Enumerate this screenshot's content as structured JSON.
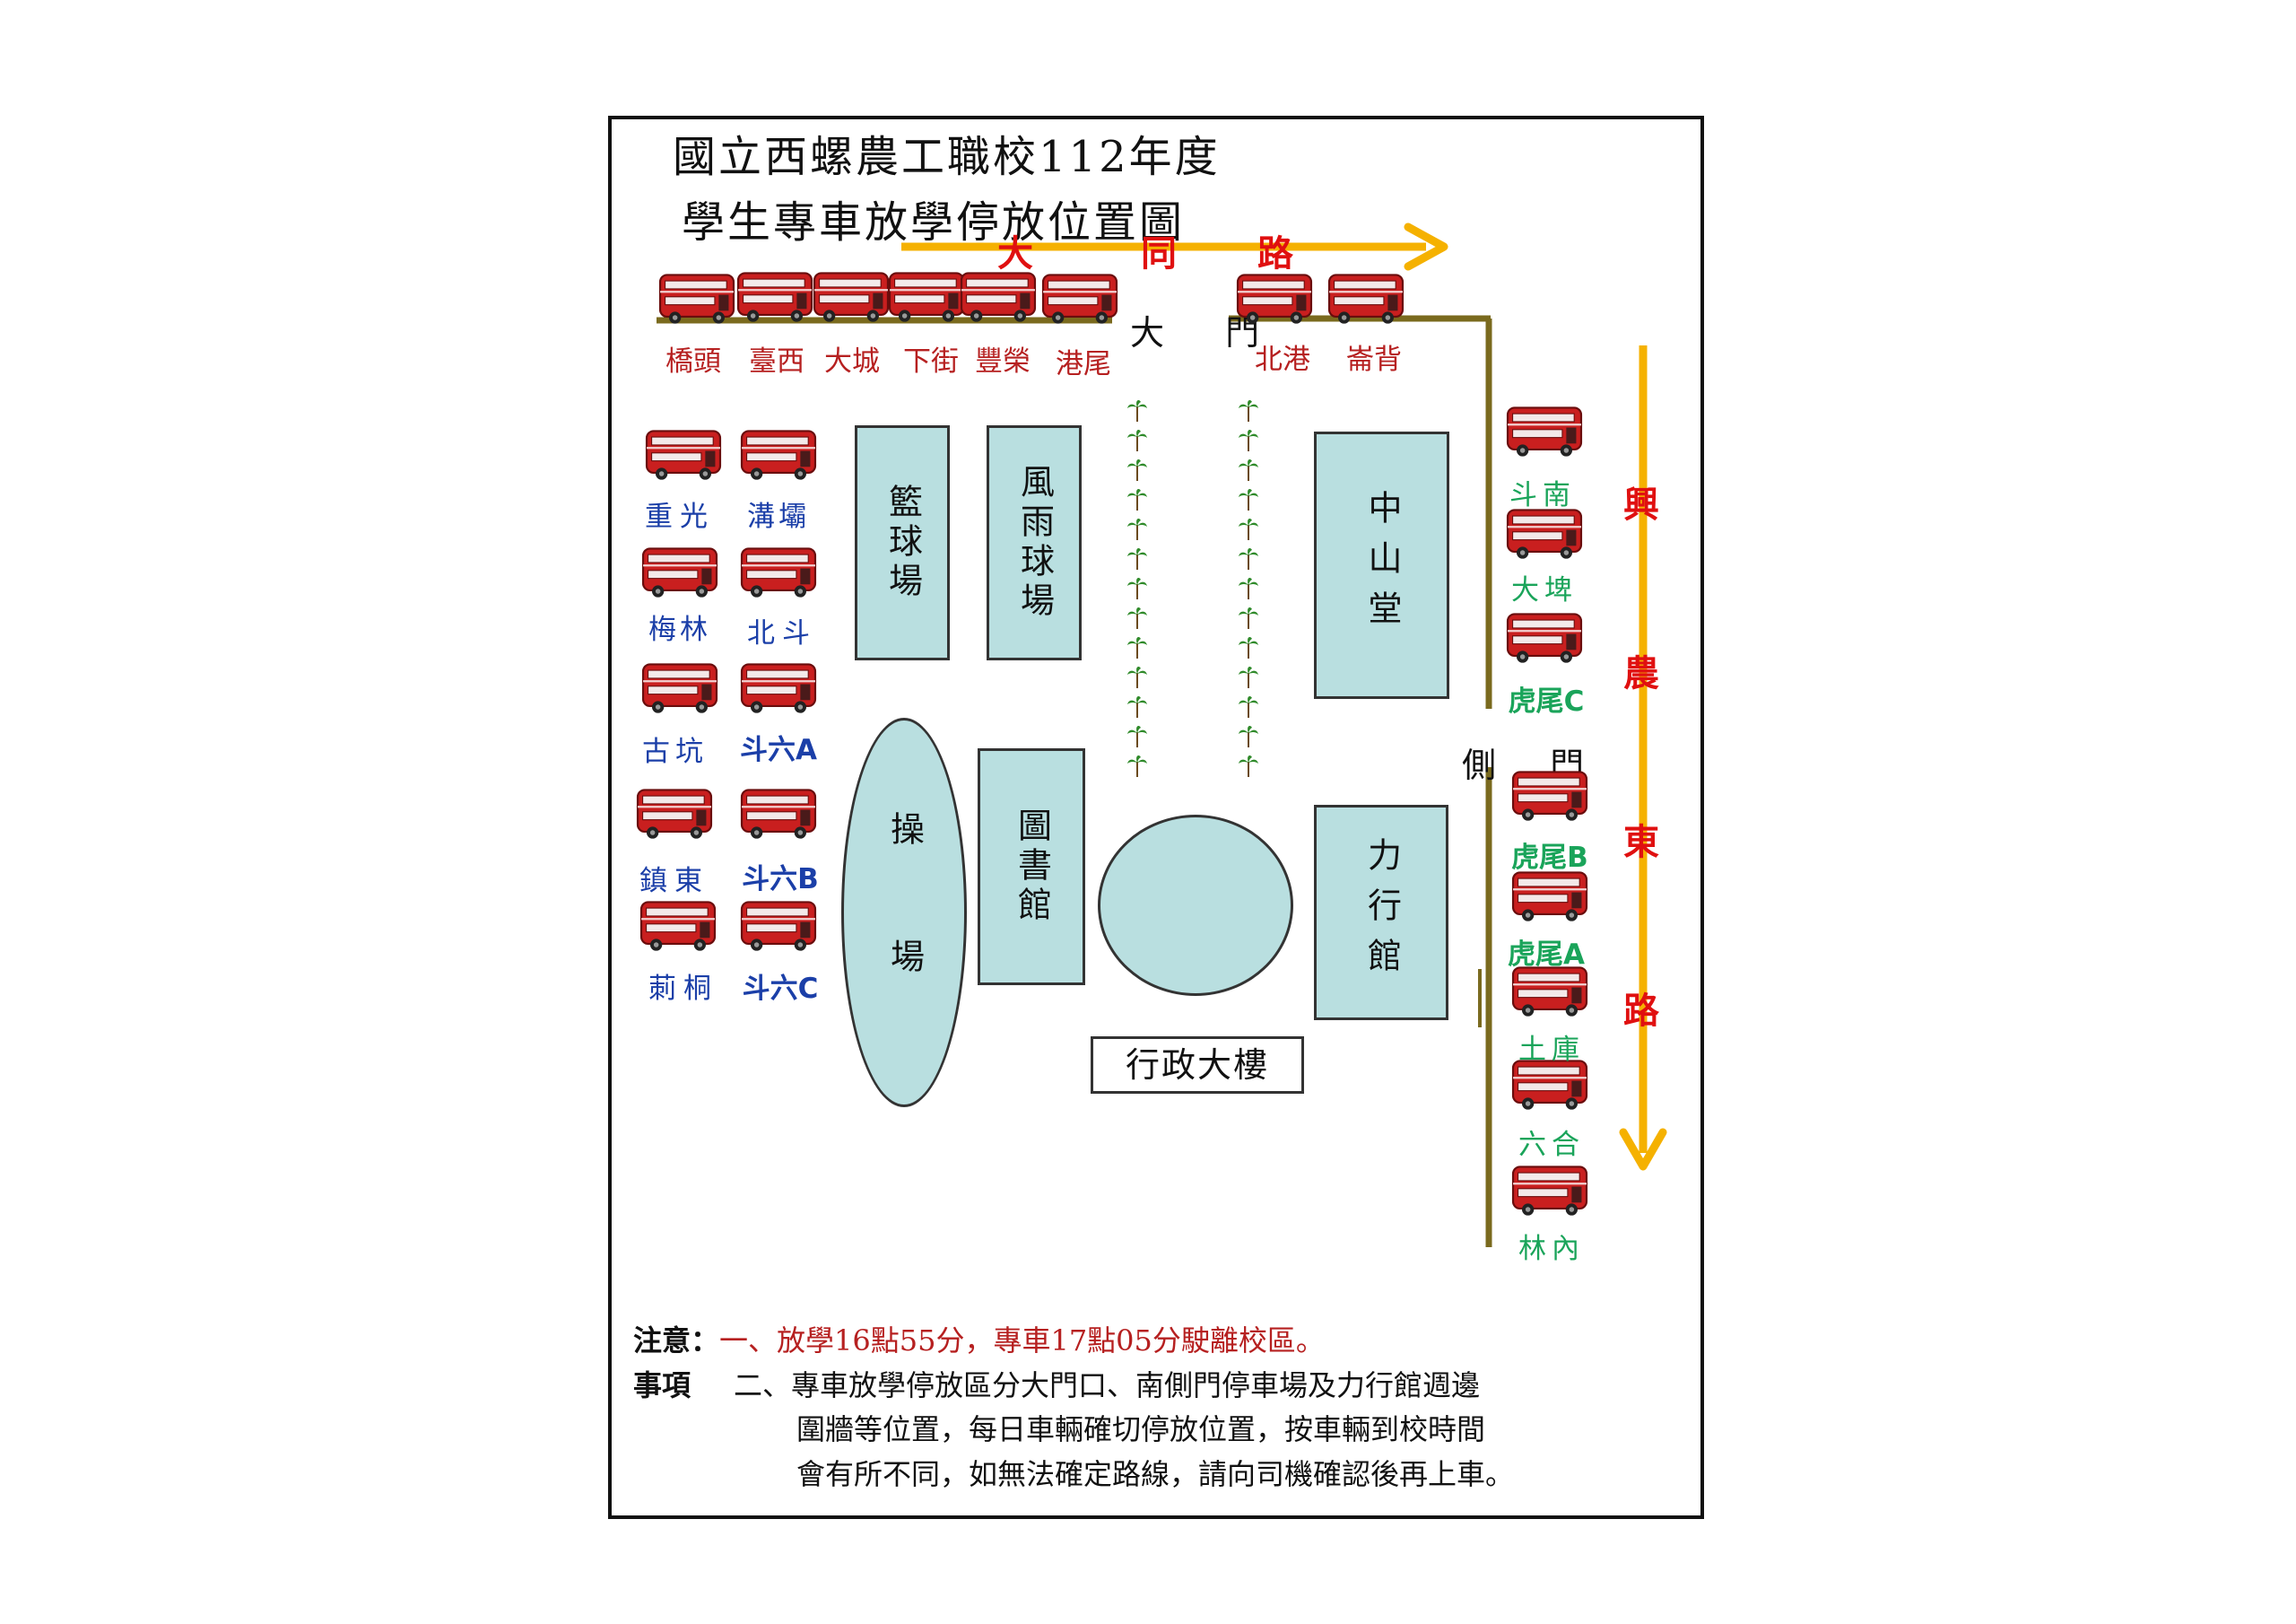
{
  "title": {
    "line1": "國立西螺農工職校112年度",
    "line2": "學生專車放學停放位置圖"
  },
  "roads": {
    "north": {
      "chars": [
        "大",
        "同",
        "路"
      ]
    },
    "east": {
      "chars": [
        "興",
        "農",
        "東",
        "路"
      ]
    }
  },
  "gates": {
    "main": "大 門",
    "side": "側 門"
  },
  "buildings": {
    "basketball": "籃球場",
    "rain_court": "風雨球場",
    "zhongshan": "中山堂",
    "playground": "操 場",
    "library": "圖書館",
    "lixing": "力行館",
    "admin": "行政大樓"
  },
  "stops": {
    "top": [
      "橋頭",
      "臺西",
      "大城",
      "下街",
      "豐榮",
      "港尾",
      "北港",
      "崙背"
    ],
    "left": [
      "重光",
      "溝壩",
      "梅林",
      "北斗",
      "古坑",
      "斗六A",
      "鎮東",
      "斗六B",
      "莿桐",
      "斗六C"
    ],
    "right": [
      "斗南",
      "大埤",
      "虎尾C",
      "虎尾B",
      "虎尾A",
      "土庫",
      "六合",
      "林內"
    ]
  },
  "notes": {
    "head1": "注意：",
    "item1": "一、放學16點55分，專車17點05分駛離校區。",
    "head2": "事項",
    "item2_line1": "二、專車放學停放區分大門口、南側門停車場及力行館週邊",
    "item2_line2": "圍牆等位置，每日車輛確切停放位置，按車輛到校時間",
    "item2_line3": "會有所不同，如無法確定路線，請向司機確認後再上車。"
  },
  "colors": {
    "road_arrow": "#f5b100",
    "road_text": "#e01010",
    "wall": "#7a6a1e",
    "bus": "#c91f1f",
    "building_fill": "#b9dfe0",
    "tree": "#2f8a2a"
  },
  "icons": {
    "bus": "double-decker-bus-icon",
    "tree": "palm-tree-icon",
    "arrow": "road-direction-arrow-icon"
  }
}
